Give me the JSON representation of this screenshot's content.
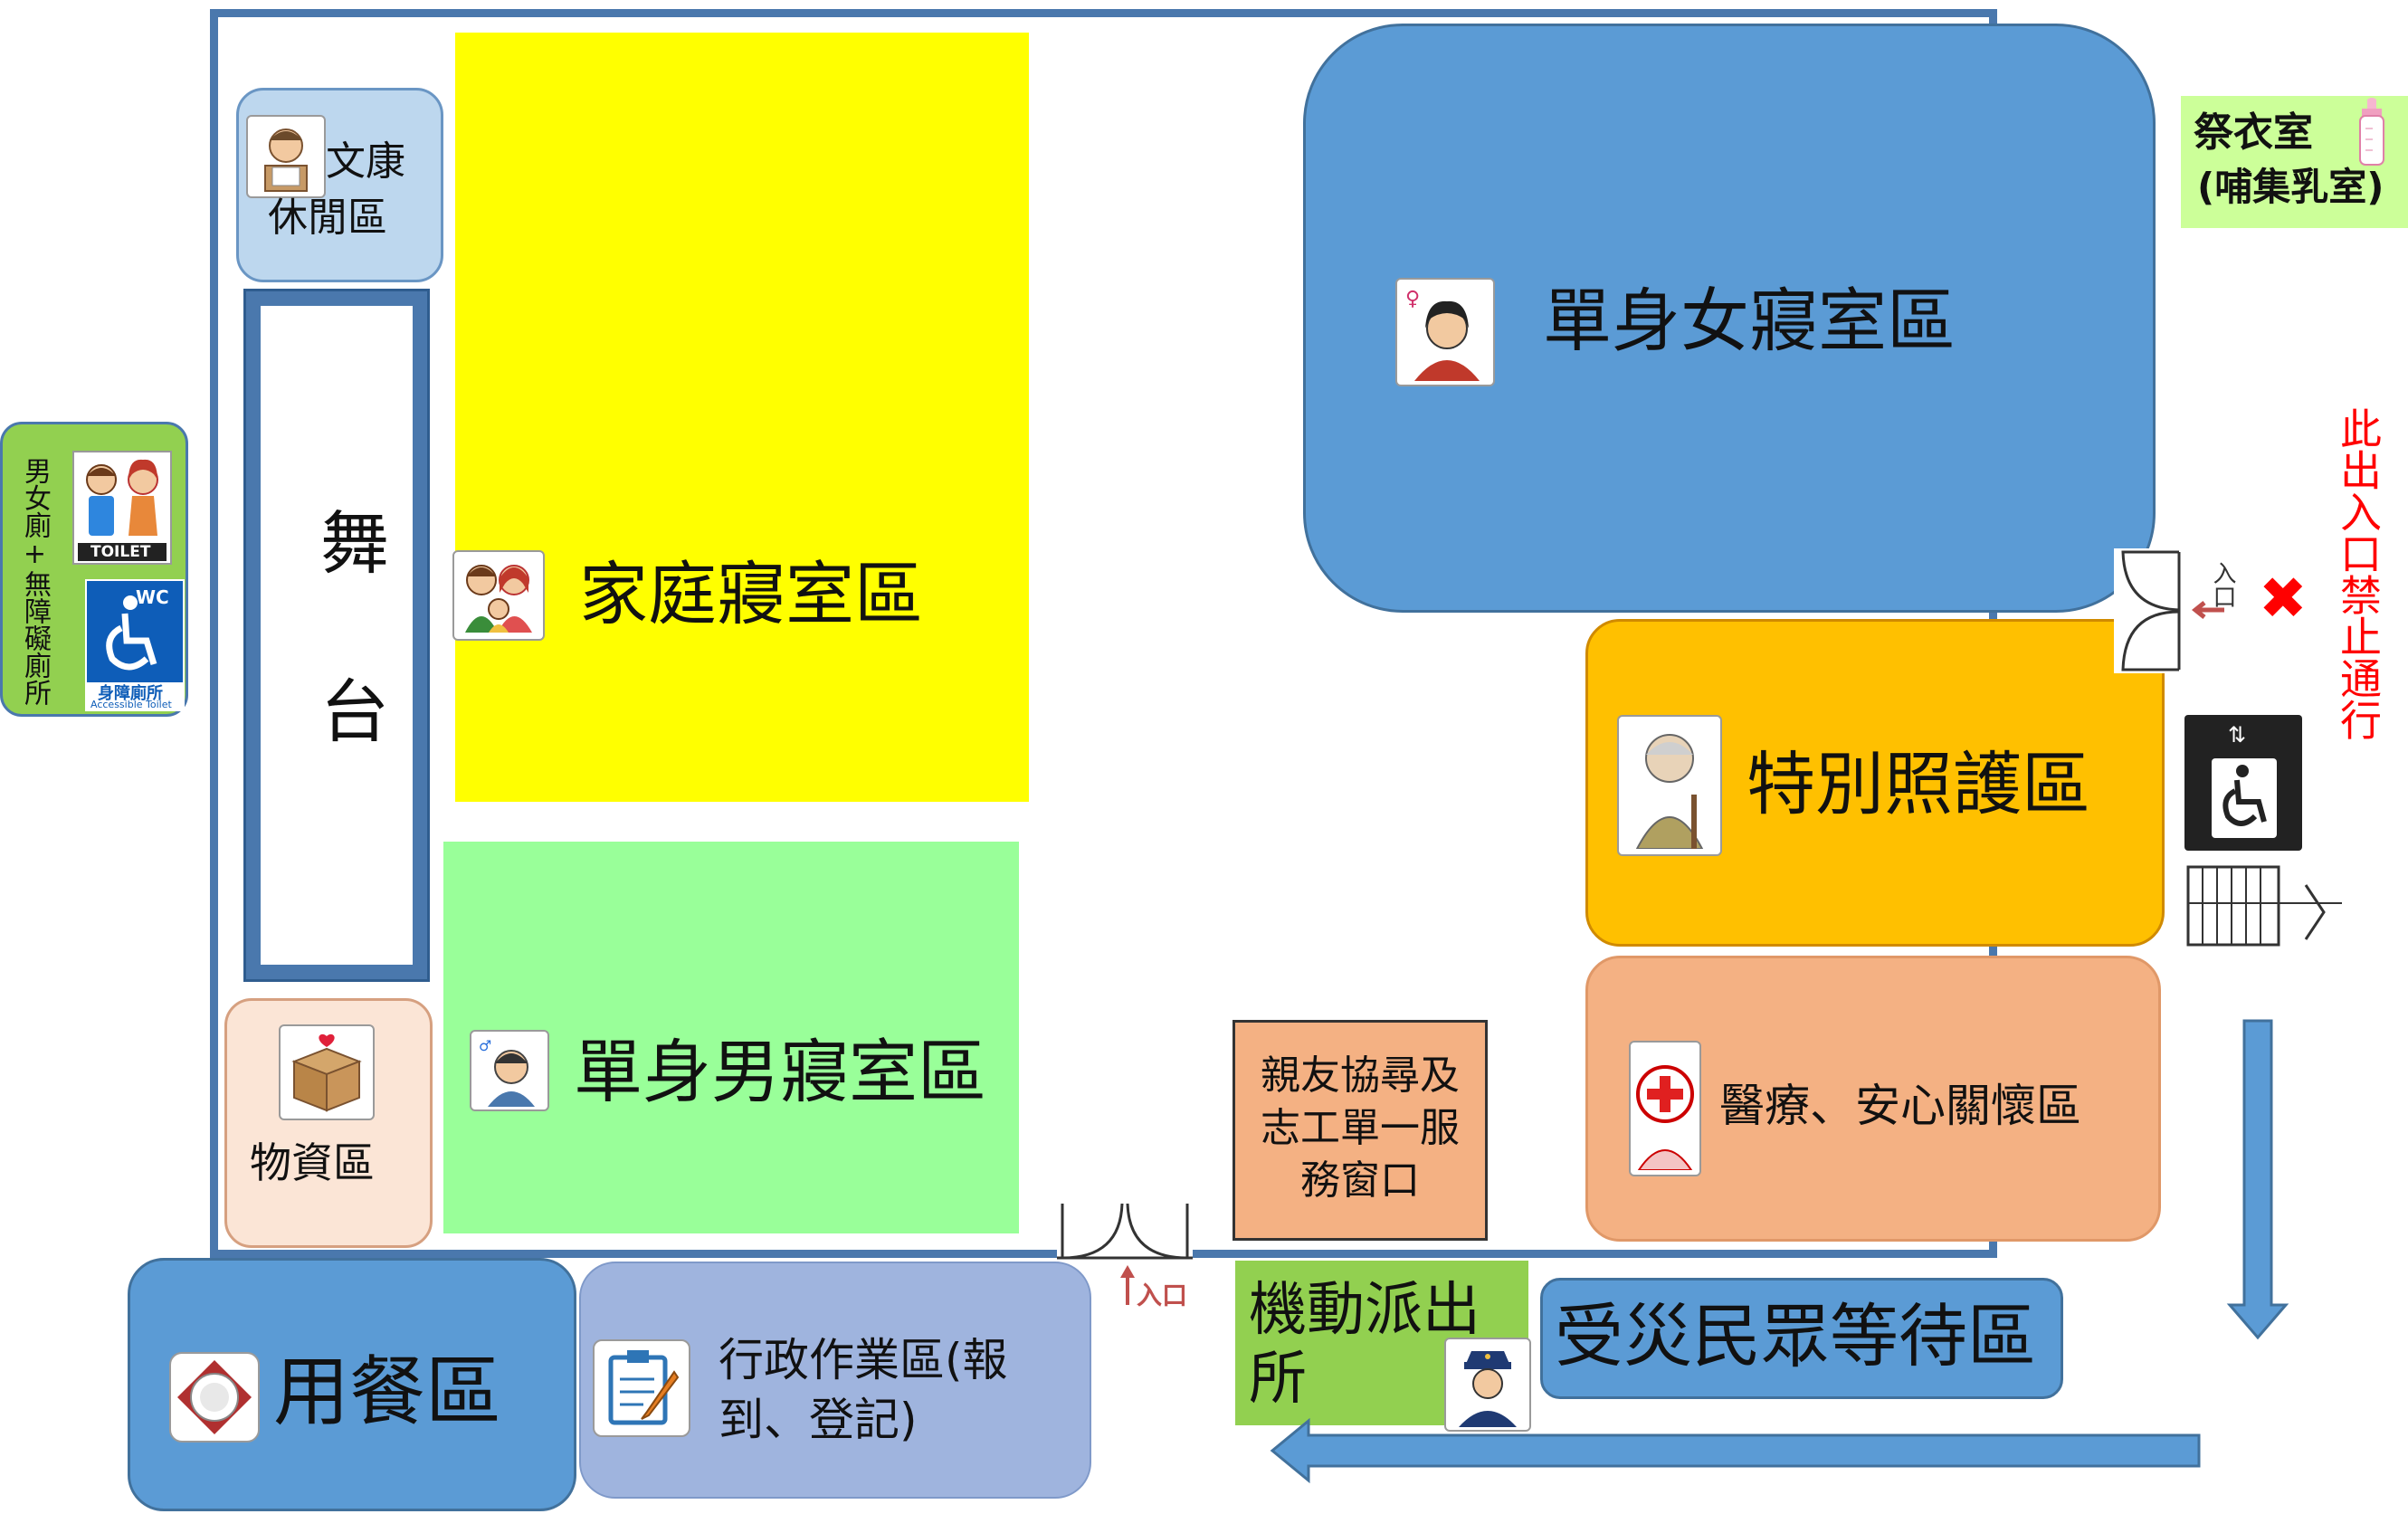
{
  "zones": {
    "recreation": "文康休閒區",
    "stage": "舞台",
    "family": "家庭寢室區",
    "single_male": "單身男寢室區",
    "supplies": "物資區",
    "single_female": "單身女寢室區",
    "special_care": "特別照護區",
    "medical": "醫療、安心關懷區",
    "service_window": "親友協尋及志工單一服務窗口",
    "dining": "用餐區",
    "admin": "行政作業區(報到、登記)",
    "police": "機動派出所",
    "waiting": "受災民眾等待區",
    "worship_room": "祭衣室",
    "nursing_room": "(哺集乳室)",
    "restroom": "男女廁+無障礙廁所",
    "no_entry": "此出入口禁止通行"
  },
  "signs": {
    "entrance": "入口",
    "toilet": "TOILET",
    "wc": "WC",
    "accessible_toilet": "身障廁所",
    "accessible_toilet_en": "Accessible Toilet"
  },
  "colors": {
    "wall": "#4a78ad",
    "blue_zone": "#5b9bd5",
    "yellow_zone": "#ffff00",
    "green_zone": "#99ff99",
    "orange_zone": "#ffc000",
    "peach_zone": "#f4b183",
    "light_blue_zone": "#bdd7ee",
    "lavender_zone": "#9fb4de",
    "lime_zone": "#92d050",
    "pale_green": "#ccff99",
    "no_entry_red": "#ff0000"
  }
}
